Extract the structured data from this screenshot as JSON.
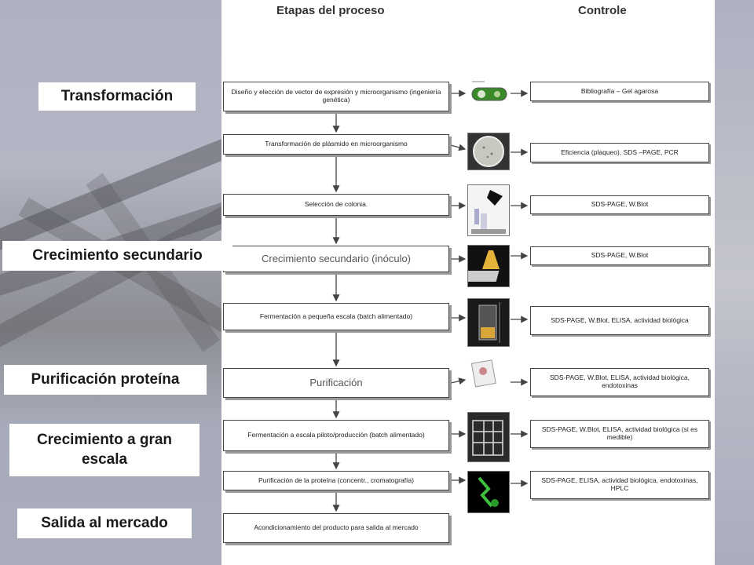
{
  "headers": {
    "steps": "Etapas del proceso",
    "controls": "Controle"
  },
  "labels": [
    "Transformación",
    "Crecimiento secundario",
    "Purificación proteína",
    "Crecimiento a gran escala",
    "Salida al mercado"
  ],
  "steps": [
    "Diseño y elección de vector de expresión y microorganismo (ingeniería genética)",
    "Transformación de plásmido en microorganismo",
    "Selección de colonia.",
    "Crecimiento secundario (inóculo)",
    "Fermentación a pequeña escala (batch alimentado)",
    "Purificación",
    "Fermentación a escala piloto/producción (batch alimentado)",
    "Purificación de la proteína (concentr., cromatografía)",
    "Acondicionamiento del producto para salida al mercado"
  ],
  "controls": [
    "Bibliografía – Gel agarosa",
    "Eficiencia (plaqueo), SDS –PAGE, PCR",
    "SDS-PAGE, W.Blot",
    "SDS-PAGE, W.Blot",
    "SDS-PAGE, W.Blot, ELISA, actividad biológica",
    "SDS-PAGE, W.Blot, ELISA, actividad biológica, endotoxinas",
    "SDS-PAGE, W.Blot, ELISA, actividad biológica (si es medible)",
    "SDS-PAGE, ELISA, actividad biológica, endotoxinas, HPLC"
  ],
  "icons": [
    "plasmid-icon",
    "petri-dish-icon",
    "colony-picking-icon",
    "flask-culture-icon",
    "fermenter-icon",
    "purification-column-icon",
    "industrial-plant-icon",
    "chromatography-icon"
  ]
}
